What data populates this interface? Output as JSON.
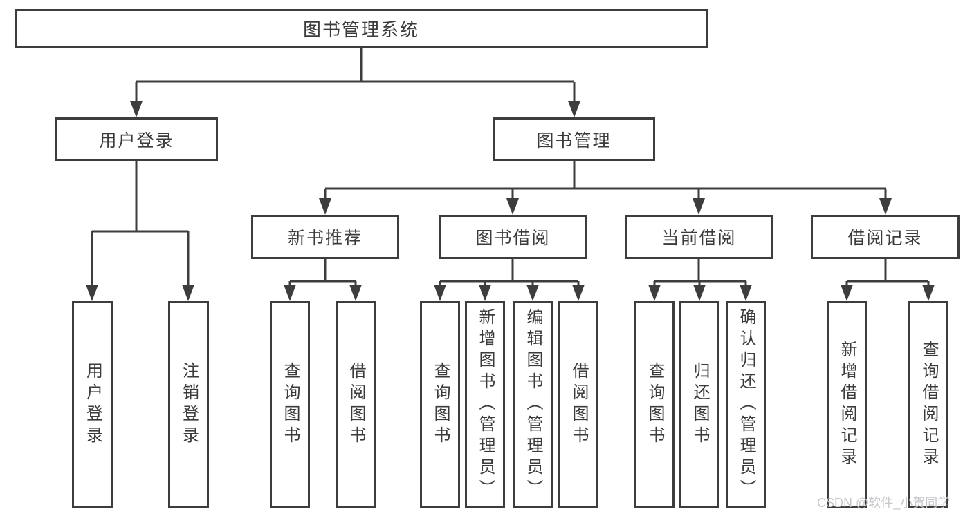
{
  "diagram": {
    "root": {
      "label": "图书管理系统"
    },
    "branches": [
      {
        "label": "用户登录",
        "children": [
          {
            "label": "用户登录"
          },
          {
            "label": "注销登录"
          }
        ]
      },
      {
        "label": "图书管理",
        "children": [
          {
            "label": "新书推荐",
            "children": [
              {
                "label": "查询图书"
              },
              {
                "label": "借阅图书"
              }
            ]
          },
          {
            "label": "图书借阅",
            "children": [
              {
                "label": "查询图书"
              },
              {
                "label": "新增图书（管理员）"
              },
              {
                "label": "编辑图书（管理员）"
              },
              {
                "label": "借阅图书"
              }
            ]
          },
          {
            "label": "当前借阅",
            "children": [
              {
                "label": "查询图书"
              },
              {
                "label": "归还图书"
              },
              {
                "label": "确认归还（管理员）"
              }
            ]
          },
          {
            "label": "借阅记录",
            "children": [
              {
                "label": "新增借阅记录"
              },
              {
                "label": "查询借阅记录"
              }
            ]
          }
        ]
      }
    ]
  },
  "watermark": {
    "text": "CSDN @软件_小贺同学"
  },
  "colors": {
    "line": "#3d3d3d",
    "box_border": "#3d3d3d",
    "text": "#3b3b3b",
    "watermark": "#c6c6cb",
    "background": "#ffffff"
  }
}
